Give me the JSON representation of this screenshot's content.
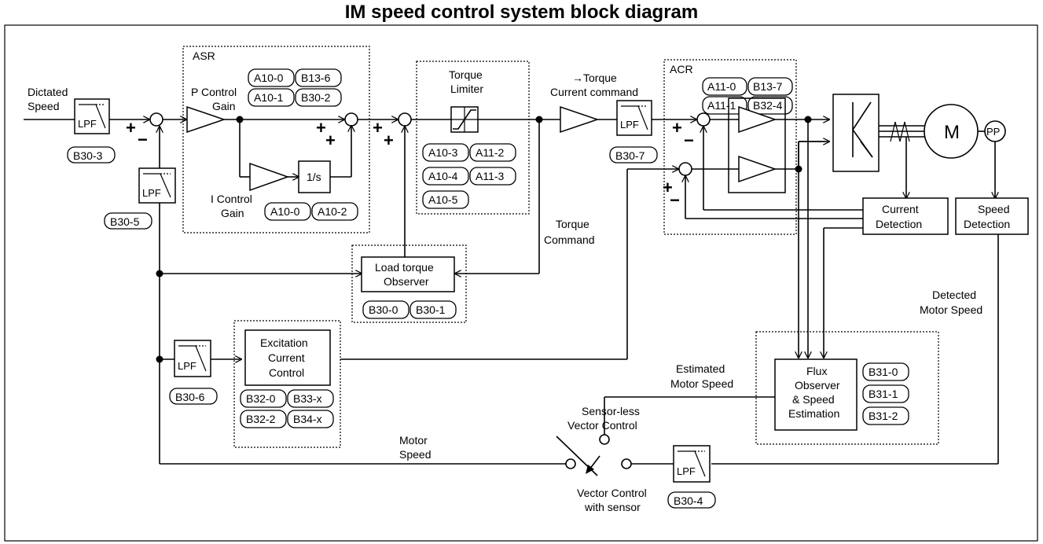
{
  "title": "IM speed control system block diagram",
  "sections": {
    "asr": "ASR",
    "acr": "ACR"
  },
  "labels": {
    "dictated_speed_1": "Dictated",
    "dictated_speed_2": "Speed",
    "p_gain_1": "P Control",
    "p_gain_2": "Gain",
    "i_gain_1": "I Control",
    "i_gain_2": "Gain",
    "integrator": "1/s",
    "torque_limiter_1": "Torque",
    "torque_limiter_2": "Limiter",
    "torque_current_1": "→Torque",
    "torque_current_2": "Current command",
    "torque_command_1": "Torque",
    "torque_command_2": "Command",
    "load_obs_1": "Load torque",
    "load_obs_2": "Observer",
    "excitation_1": "Excitation",
    "excitation_2": "Current",
    "excitation_3": "Control",
    "current_det_1": "Current",
    "current_det_2": "Detection",
    "speed_det_1": "Speed",
    "speed_det_2": "Detection",
    "detected_motor_1": "Detected",
    "detected_motor_2": "Motor Speed",
    "estimated_motor_1": "Estimated",
    "estimated_motor_2": "Motor Speed",
    "flux_1": "Flux",
    "flux_2": "Observer",
    "flux_3": "& Speed",
    "flux_4": "Estimation",
    "sensorless_1": "Sensor-less",
    "sensorless_2": "Vector Control",
    "vc_sensor_1": "Vector Control",
    "vc_sensor_2": "with sensor",
    "motor_speed_1": "Motor",
    "motor_speed_2": "Speed",
    "motor": "M",
    "pp": "PP",
    "lpf": "LPF",
    "plus": "+",
    "minus": "−"
  },
  "params": {
    "b30_3": "B30-3",
    "b30_5": "B30-5",
    "b30_6": "B30-6",
    "b30_7": "B30-7",
    "b30_4": "B30-4",
    "a10_0_p": "A10-0",
    "b13_6": "B13-6",
    "a10_1": "A10-1",
    "b30_2": "B30-2",
    "a10_0_i": "A10-0",
    "a10_2": "A10-2",
    "a10_3": "A10-3",
    "a11_2": "A11-2",
    "a10_4": "A10-4",
    "a11_3": "A11-3",
    "a10_5": "A10-5",
    "a11_0": "A11-0",
    "b13_7": "B13-7",
    "a11_1": "A11-1",
    "b32_4": "B32-4",
    "b30_0": "B30-0",
    "b30_1": "B30-1",
    "b32_0": "B32-0",
    "b33_x": "B33-x",
    "b32_2": "B32-2",
    "b34_x": "B34-x",
    "b31_0": "B31-0",
    "b31_1": "B31-1",
    "b31_2": "B31-2"
  }
}
